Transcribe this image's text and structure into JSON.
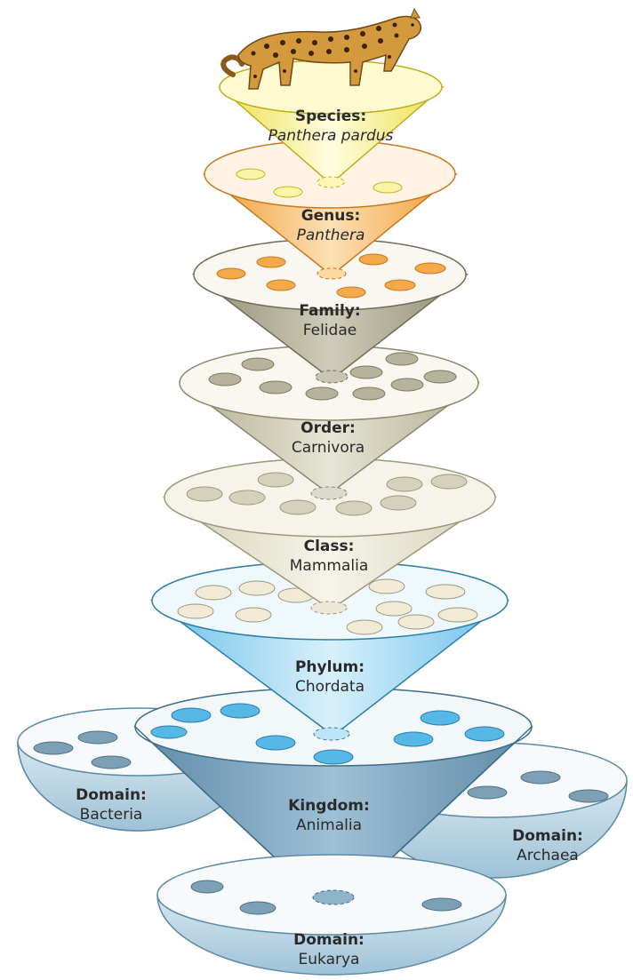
{
  "levels": {
    "species": {
      "rank": "Species:",
      "name": "Panthera pardus"
    },
    "genus": {
      "rank": "Genus:",
      "name": "Panthera"
    },
    "family": {
      "rank": "Family:",
      "name": "Felidae"
    },
    "order": {
      "rank": "Order:",
      "name": "Carnivora"
    },
    "class": {
      "rank": "Class:",
      "name": "Mammalia"
    },
    "phylum": {
      "rank": "Phylum:",
      "name": "Chordata"
    },
    "kingdom": {
      "rank": "Kingdom:",
      "name": "Animalia"
    }
  },
  "domains": {
    "bacteria": {
      "rank": "Domain:",
      "name": "Bacteria"
    },
    "archaea": {
      "rank": "Domain:",
      "name": "Archaea"
    },
    "eukarya": {
      "rank": "Domain:",
      "name": "Eukarya"
    }
  },
  "colors": {
    "species": "#f6ee8a",
    "genus": "#f4a94a",
    "family": "#a7a58d",
    "order": "#c9c6ab",
    "class": "#e4e0c8",
    "phylum": "#8fd0ef",
    "kingdom": "#6f9ab5",
    "domain": "#b7d3e2"
  },
  "icons": {
    "animal": "leopard-illustration"
  }
}
